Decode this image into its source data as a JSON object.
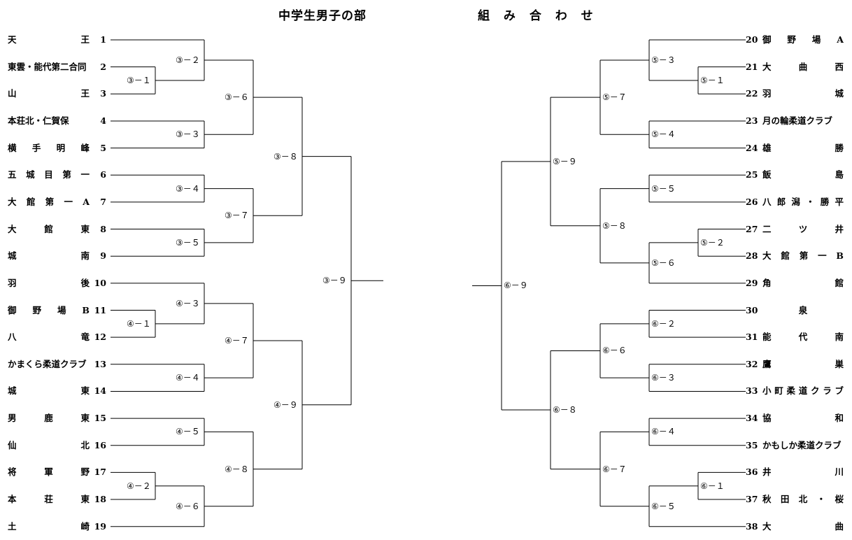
{
  "header": {
    "title_left": "中学生男子の部",
    "title_right": "組 み 合 わ せ"
  },
  "left_teams": [
    {
      "num": "1",
      "name": "天王"
    },
    {
      "num": "2",
      "name": "東雲・能代第二合同"
    },
    {
      "num": "3",
      "name": "山王"
    },
    {
      "num": "4",
      "name": "本荘北・仁賀保"
    },
    {
      "num": "5",
      "name": "横手明峰"
    },
    {
      "num": "6",
      "name": "五城目第一"
    },
    {
      "num": "7",
      "name": "大館第一A"
    },
    {
      "num": "8",
      "name": "大館東"
    },
    {
      "num": "9",
      "name": "城南"
    },
    {
      "num": "10",
      "name": "羽後"
    },
    {
      "num": "11",
      "name": "御野場B"
    },
    {
      "num": "12",
      "name": "八竜"
    },
    {
      "num": "13",
      "name": "かまくら柔道クラブ"
    },
    {
      "num": "14",
      "name": "城東"
    },
    {
      "num": "15",
      "name": "男鹿東"
    },
    {
      "num": "16",
      "name": "仙北"
    },
    {
      "num": "17",
      "name": "将軍野"
    },
    {
      "num": "18",
      "name": "本荘東"
    },
    {
      "num": "19",
      "name": "土崎"
    }
  ],
  "right_teams": [
    {
      "num": "20",
      "name": "御野場A"
    },
    {
      "num": "21",
      "name": "大曲西"
    },
    {
      "num": "22",
      "name": "羽城"
    },
    {
      "num": "23",
      "name": "月の輪柔道クラブ"
    },
    {
      "num": "24",
      "name": "雄勝"
    },
    {
      "num": "25",
      "name": "飯島"
    },
    {
      "num": "26",
      "name": "八郎潟・勝平"
    },
    {
      "num": "27",
      "name": "二ツ井"
    },
    {
      "num": "28",
      "name": "大館第一B"
    },
    {
      "num": "29",
      "name": "角館"
    },
    {
      "num": "30",
      "name": "泉"
    },
    {
      "num": "31",
      "name": "能代南"
    },
    {
      "num": "32",
      "name": "鷹巣"
    },
    {
      "num": "33",
      "name": "小町柔道クラブ"
    },
    {
      "num": "34",
      "name": "協和"
    },
    {
      "num": "35",
      "name": "かもしか柔道クラブ"
    },
    {
      "num": "36",
      "name": "井川"
    },
    {
      "num": "37",
      "name": "秋田北・桜"
    },
    {
      "num": "38",
      "name": "大曲"
    }
  ],
  "matches": {
    "m3_1": "③－１",
    "m3_2": "③－２",
    "m3_3": "③－３",
    "m3_4": "③－４",
    "m3_5": "③－５",
    "m3_6": "③－６",
    "m3_7": "③－７",
    "m3_8": "③－８",
    "m3_9": "③－９",
    "m4_1": "④－１",
    "m4_2": "④－２",
    "m4_3": "④－３",
    "m4_4": "④－４",
    "m4_5": "④－５",
    "m4_6": "④－６",
    "m4_7": "④－７",
    "m4_8": "④－８",
    "m4_9": "④－９",
    "m5_1": "⑤－１",
    "m5_2": "⑤－２",
    "m5_3": "⑤－３",
    "m5_4": "⑤－４",
    "m5_5": "⑤－５",
    "m5_6": "⑤－６",
    "m5_7": "⑤－７",
    "m5_8": "⑤－８",
    "m5_9": "⑤－９",
    "m6_1": "⑥－１",
    "m6_2": "⑥－２",
    "m6_3": "⑥－３",
    "m6_4": "⑥－４",
    "m6_5": "⑥－５",
    "m6_6": "⑥－６",
    "m6_7": "⑥－７",
    "m6_8": "⑥－８",
    "m6_9": "⑥－９"
  }
}
